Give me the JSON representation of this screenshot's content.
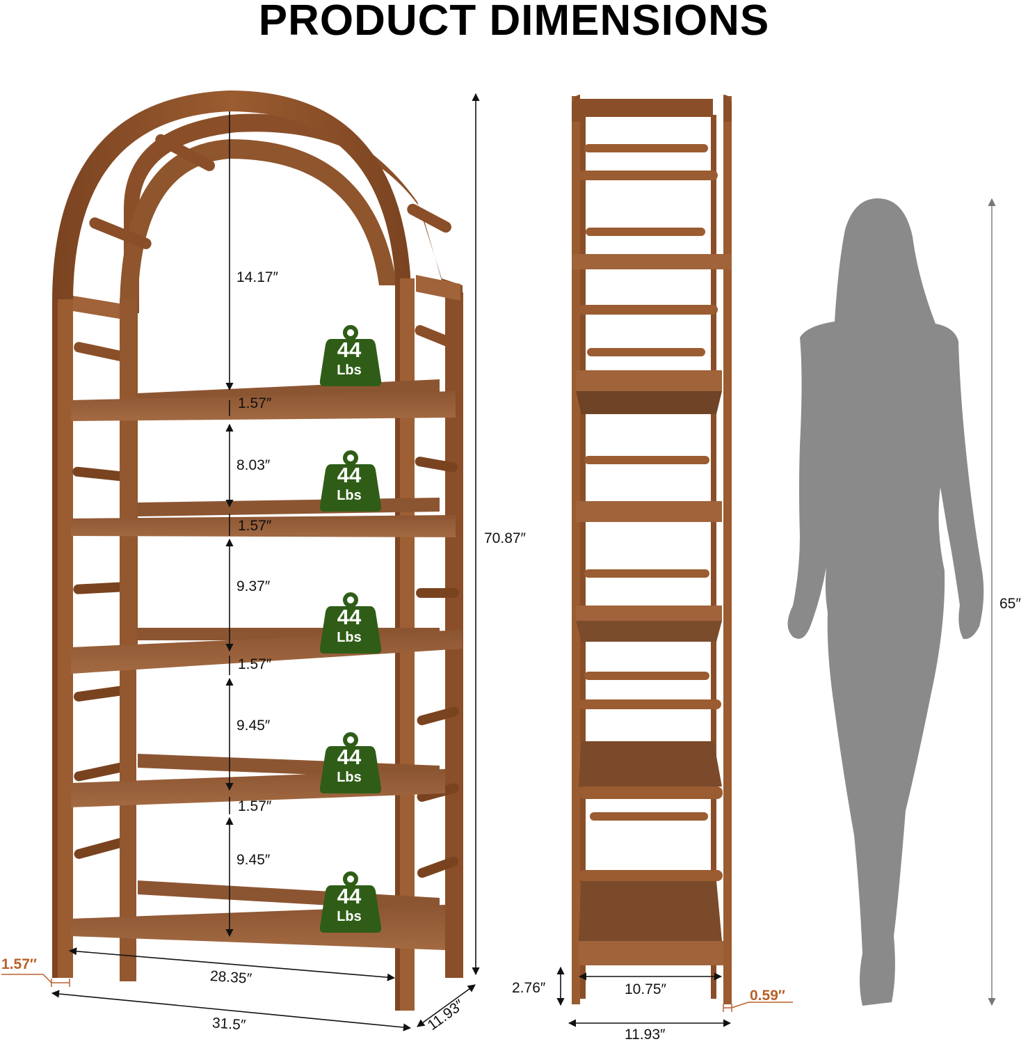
{
  "title": "PRODUCT DIMENSIONS",
  "colors": {
    "wood": "#8a4f28",
    "wood_light": "#a8683a",
    "wood_dark": "#6a3a1c",
    "badge_green": "#2f5d17",
    "silhouette_gray": "#8a8a8a",
    "orange_label": "#b8612a",
    "dim_line": "#111111"
  },
  "front_view": {
    "gaps": {
      "top_arch": "14.17″",
      "shelf_gap_1": "8.03″",
      "shelf_gap_2": "9.37″",
      "shelf_gap_3": "9.45″",
      "shelf_gap_4": "9.45″"
    },
    "shelf_thickness": [
      "1.57″",
      "1.57″",
      "1.57″",
      "1.57″"
    ],
    "total_height": "70.87″",
    "inner_width": "28.35″",
    "outer_width": "31.5″",
    "depth": "11.93″",
    "leg_thickness": "1.57″",
    "weight_badges": [
      {
        "value": "44",
        "unit": "Lbs"
      },
      {
        "value": "44",
        "unit": "Lbs"
      },
      {
        "value": "44",
        "unit": "Lbs"
      },
      {
        "value": "44",
        "unit": "Lbs"
      },
      {
        "value": "44",
        "unit": "Lbs"
      }
    ]
  },
  "side_view": {
    "leg_height": "2.76″",
    "inner_depth": "10.75″",
    "outer_depth": "11.93″",
    "leg_thickness": "0.59″"
  },
  "person_reference": {
    "height": "65″",
    "icon": "woman-silhouette-icon"
  }
}
